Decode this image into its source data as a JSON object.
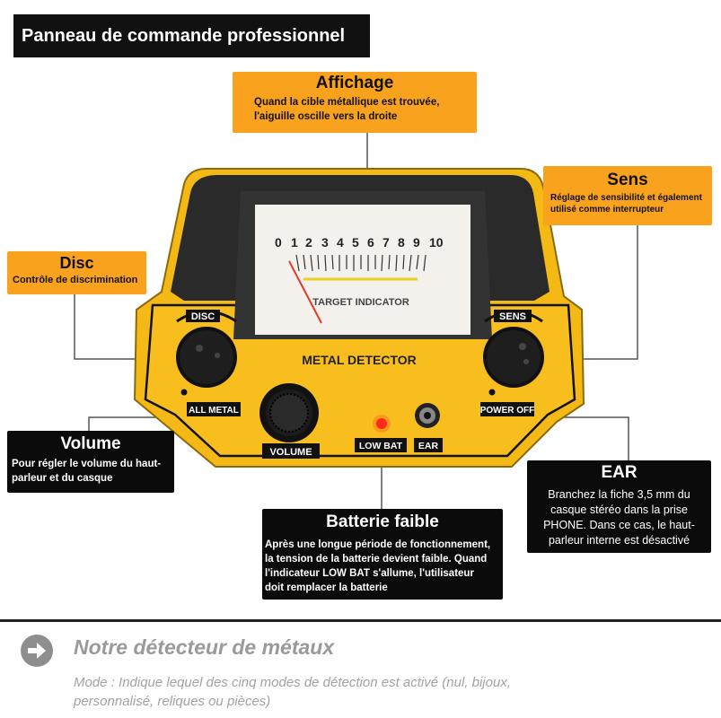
{
  "header": {
    "title": "Panneau de commande professionnel"
  },
  "device": {
    "meter_scale": [
      "0",
      "1",
      "2",
      "3",
      "4",
      "5",
      "6",
      "7",
      "8",
      "9",
      "10"
    ],
    "meter_label": "TARGET INDICATOR",
    "product_label": "METAL DETECTOR",
    "knob_disc": "DISC",
    "knob_all_metal": "ALL METAL",
    "knob_sens": "SENS",
    "knob_power_off": "POWER OFF",
    "knob_volume": "VOLUME",
    "low_bat": "LOW BAT",
    "ear": "EAR"
  },
  "callouts": {
    "affichage": {
      "title": "Affichage",
      "lines": [
        "Quand la cible métallique est trouvée,",
        "l'aiguille oscille vers la droite"
      ]
    },
    "sens": {
      "title": "Sens",
      "lines": [
        "Réglage de sensibilité et également",
        "utilisé comme interrupteur"
      ]
    },
    "disc": {
      "title": "Disc",
      "lines": [
        "Contrôle de discrimination"
      ]
    },
    "volume": {
      "title": "Volume",
      "lines": [
        "Pour régler le volume du haut-",
        "parleur et du casque"
      ]
    },
    "batterie": {
      "title": "Batterie faible",
      "lines": [
        "Après une longue période de fonctionnement,",
        "la tension de la batterie devient faible. Quand",
        "l'indicateur LOW BAT s'allume, l'utilisateur",
        "doit remplacer la batterie"
      ]
    },
    "ear": {
      "title": "EAR",
      "lines": [
        "Branchez la fiche 3,5 mm du",
        "casque stéréo dans la prise",
        "PHONE. Dans ce cas, le haut-",
        "parleur interne est désactivé"
      ]
    }
  },
  "footer": {
    "title": "Notre détecteur de métaux",
    "description": "Mode : Indique lequel des cinq modes de détection est activé (nul, bijoux, personnalisé, reliques ou pièces)"
  },
  "colors": {
    "orange": "#f8a21e",
    "dark": "#0b0b0b",
    "device_yellow": "#f5b916"
  }
}
